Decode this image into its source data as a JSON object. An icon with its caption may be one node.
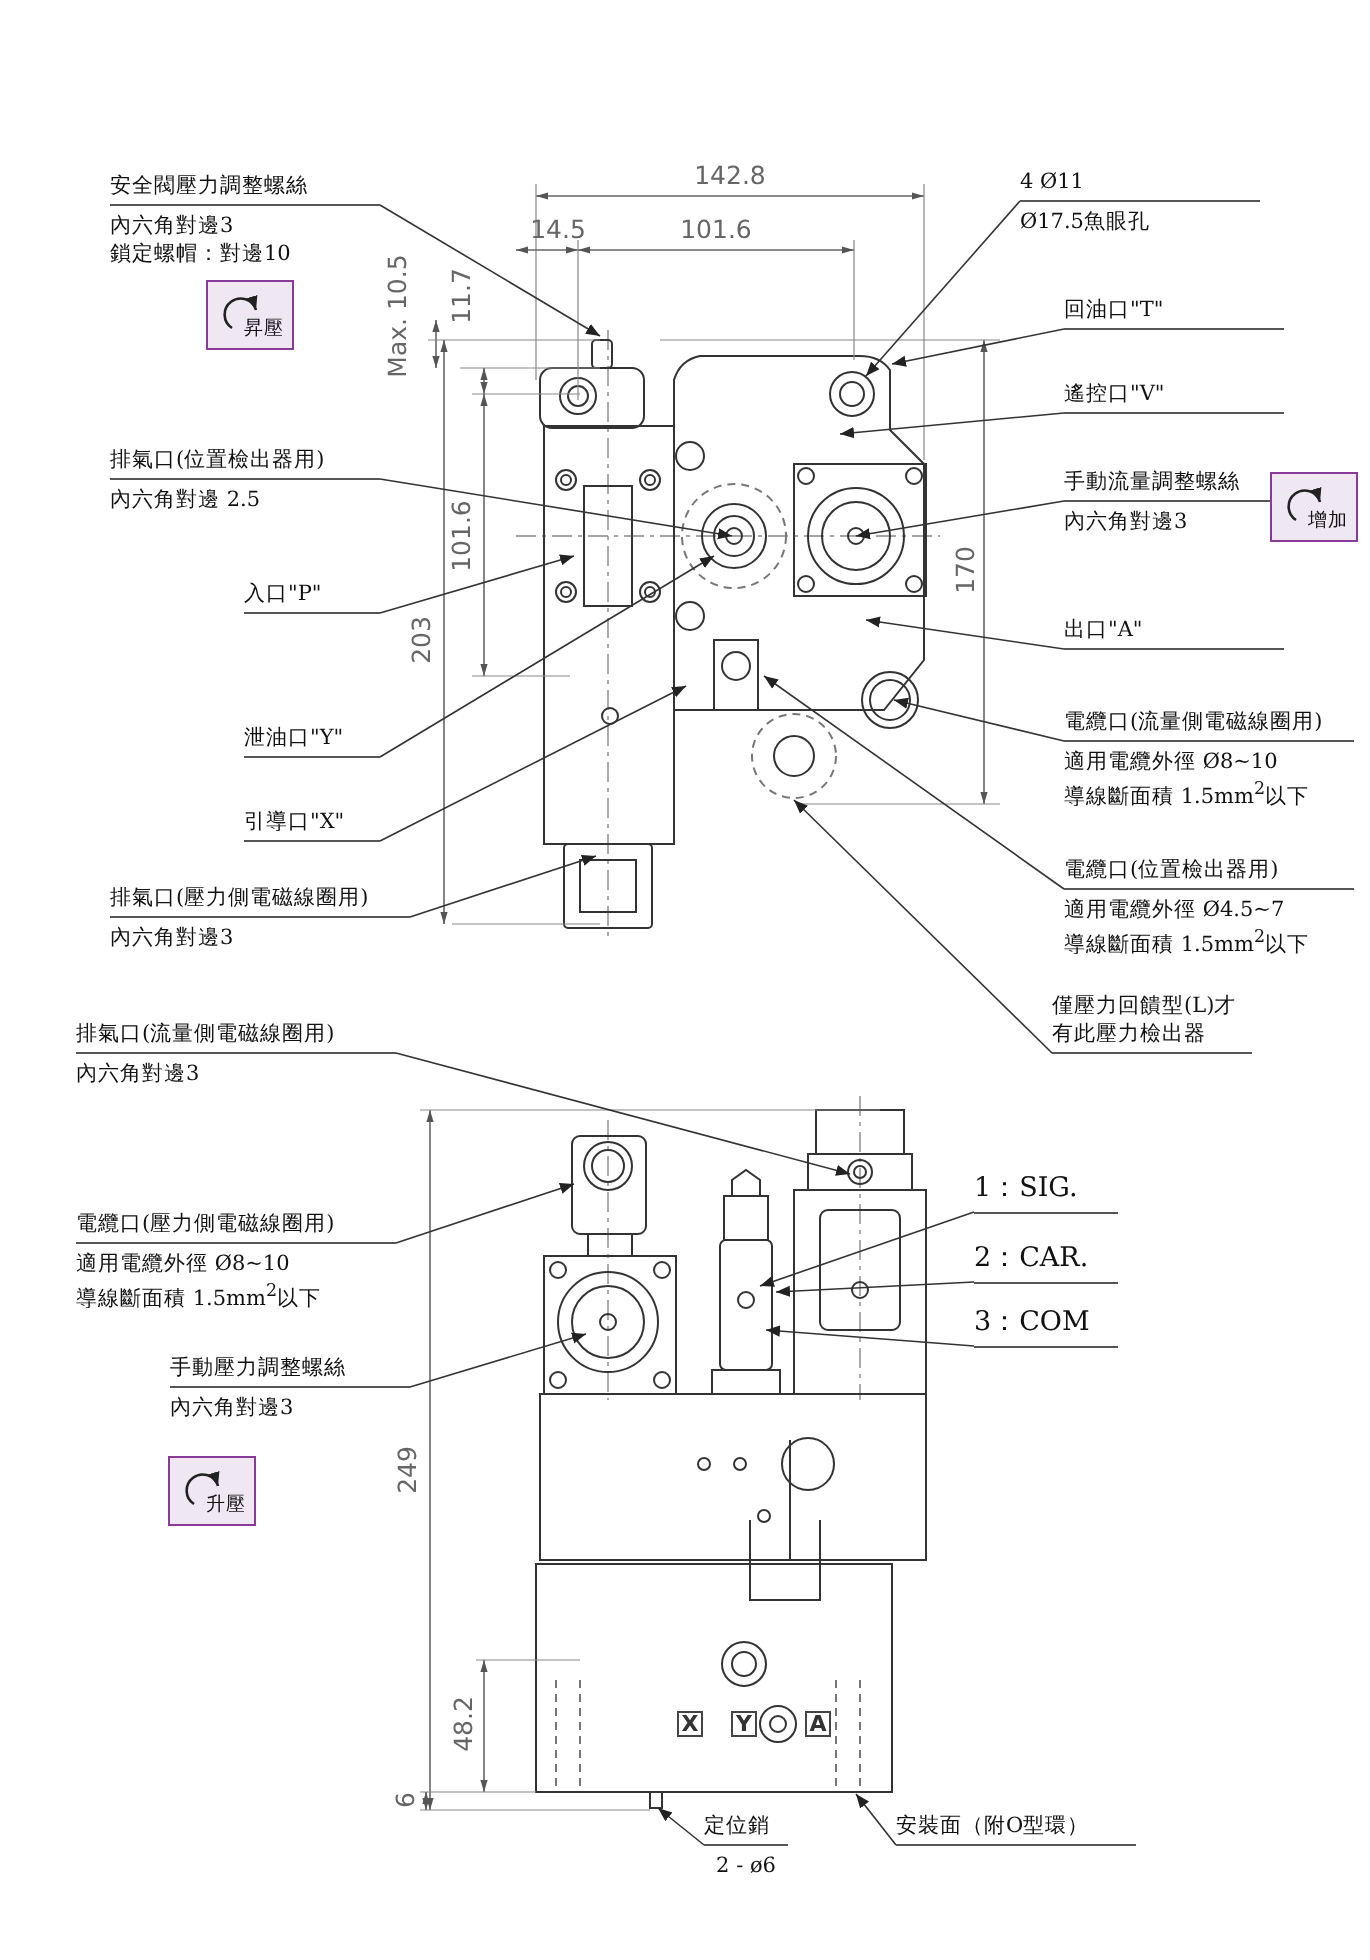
{
  "diagram": {
    "nodes": [
      {
        "text": [
          "安全閥壓力調整螺絲",
          "內六角對邊3",
          "鎖定螺帽：對邊10"
        ]
      },
      {
        "text": [
          "4 Ø11",
          "Ø17.5魚眼孔"
        ]
      },
      {
        "text": [
          "昇壓"
        ]
      },
      {
        "text": [
          "回油口\"T\""
        ]
      },
      {
        "text": [
          "遙控口\"V\""
        ]
      },
      {
        "text": [
          "排氣口(位置檢出器用)",
          "內六角對邊 2.5"
        ]
      },
      {
        "text": [
          "手動流量調整螺絲",
          "內六角對邊3"
        ]
      },
      {
        "text": [
          "增加"
        ]
      },
      {
        "text": [
          "入口\"P\""
        ]
      },
      {
        "text": [
          "出口\"A\""
        ]
      },
      {
        "text": [
          "泄油口\"Y\""
        ]
      },
      {
        "text": [
          "電纜口(流量側電磁線圈用)",
          "適用電纜外徑 Ø8~10",
          "導線斷面積 1.5mm$^{2}$以下"
        ]
      },
      {
        "text": [
          "引導口\"X\""
        ]
      },
      {
        "text": [
          "排氣口(壓力側電磁線圈用)",
          "內六角對邊3"
        ]
      },
      {
        "text": [
          "電纜口(位置檢出器用)",
          "適用電纜外徑 Ø4.5~7",
          "導線斷面積 1.5mm$^{2}$以下"
        ]
      },
      {
        "text": [
          "僅壓力回饋型(L)才有此壓力檢出器"
        ]
      },
      {
        "text": [
          "排氣口(流量側電磁線圈用)",
          "內六角對邊3"
        ]
      },
      {
        "text": [
          "1：SIG."
        ]
      },
      {
        "text": [
          "電纜口(壓力側電磁線圈用)",
          "適用電纜外徑 Ø8~10",
          "導線斷面積 1.5mm$^{2}$以下"
        ]
      },
      {
        "text": [
          "2：CAR."
        ]
      },
      {
        "text": [
          "3：COM"
        ]
      },
      {
        "text": [
          "手動壓力調整螺絲",
          "內六角對邊3"
        ]
      },
      {
        "text": [
          "升壓"
        ]
      },
      {
        "text": [
          "定位銷",
          "2 - ø6"
        ]
      },
      {
        "text": [
          "安裝面（附O型環）"
        ]
      }
    ],
    "edges": [
      {
        "from": 0,
        "to": null,
        "arrow": "to"
      },
      {
        "from": 1,
        "to": null,
        "arrow": "to"
      },
      {
        "from": 3,
        "to": null,
        "arrow": "to"
      },
      {
        "from": 4,
        "to": null,
        "arrow": "to"
      },
      {
        "from": 5,
        "to": null,
        "arrow": "to"
      },
      {
        "from": 6,
        "to": null,
        "arrow": "to"
      },
      {
        "from": 8,
        "to": null,
        "arrow": "to"
      },
      {
        "from": 9,
        "to": null,
        "arrow": "to"
      },
      {
        "from": 10,
        "to": null,
        "arrow": "to"
      },
      {
        "from": 11,
        "to": null,
        "arrow": "to"
      },
      {
        "from": 12,
        "to": null,
        "arrow": "to"
      },
      {
        "from": 13,
        "to": null,
        "arrow": "to"
      },
      {
        "from": 14,
        "to": null,
        "arrow": "to"
      },
      {
        "from": 15,
        "to": null,
        "arrow": "to"
      },
      {
        "from": 16,
        "to": null,
        "arrow": "to"
      },
      {
        "from": 17,
        "to": null,
        "arrow": "to"
      },
      {
        "from": 18,
        "to": null,
        "arrow": "to"
      },
      {
        "from": 19,
        "to": null,
        "arrow": "to"
      },
      {
        "from": 20,
        "to": null,
        "arrow": "to"
      },
      {
        "from": 21,
        "to": null,
        "arrow": "to"
      },
      {
        "from": 23,
        "to": null,
        "arrow": "to"
      },
      {
        "from": 24,
        "to": null,
        "arrow": "to"
      }
    ],
    "labels": [
      "142.8",
      "14.5",
      "101.6",
      "Max. 10.5",
      "11.7",
      "101.6",
      "203",
      "170",
      "249",
      "48.2",
      "6",
      "X",
      "Y",
      "A"
    ]
  }
}
